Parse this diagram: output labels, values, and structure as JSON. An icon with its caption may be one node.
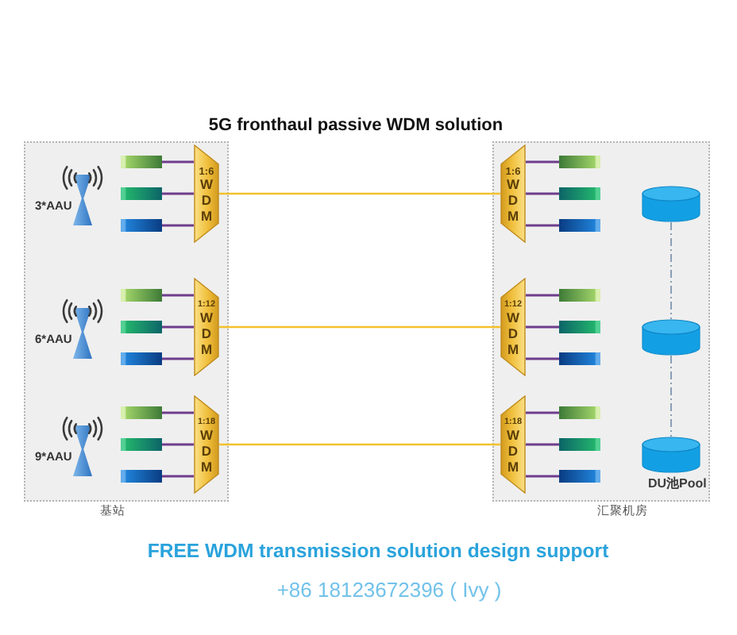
{
  "diagram": {
    "title": "5G fronthaul passive WDM solution",
    "nodes": [
      {
        "text": [
          "基站"
        ]
      },
      {
        "text": [],
        "shape": "box",
        "in": 0
      },
      {
        "text": [],
        "shape": "box",
        "in": 0
      },
      {
        "text": [],
        "shape": "box",
        "in": 0
      },
      {
        "text": [
          "1:6",
          "W D M"
        ],
        "in": 0
      },
      {
        "text": [],
        "shape": "box",
        "in": 0
      },
      {
        "text": [],
        "shape": "box",
        "in": 0
      },
      {
        "text": [],
        "shape": "box",
        "in": 0
      },
      {
        "text": [
          "1:12",
          "W D M"
        ],
        "in": 0
      },
      {
        "text": [],
        "shape": "box",
        "in": 0
      },
      {
        "text": [],
        "shape": "box",
        "in": 0
      },
      {
        "text": [],
        "shape": "box",
        "in": 0
      },
      {
        "text": [
          "1:18",
          "W D M"
        ],
        "in": 0
      },
      {
        "text": [
          "汇聚机房"
        ]
      },
      {
        "text": [
          "1:6",
          "W D M"
        ],
        "in": 13
      },
      {
        "text": [],
        "shape": "box",
        "in": 13
      },
      {
        "text": [],
        "shape": "box",
        "in": 13
      },
      {
        "text": [],
        "shape": "box",
        "in": 13
      },
      {
        "text": [],
        "shape": "cylinder",
        "in": 13
      },
      {
        "text": [
          "1:12",
          "W D M"
        ],
        "in": 13
      },
      {
        "text": [],
        "shape": "box",
        "in": 13
      },
      {
        "text": [],
        "shape": "box",
        "in": 13
      },
      {
        "text": [],
        "shape": "box",
        "in": 13
      },
      {
        "text": [],
        "shape": "cylinder",
        "in": 13
      },
      {
        "text": [
          "1:18",
          "W D M"
        ],
        "in": 13
      },
      {
        "text": [],
        "shape": "box",
        "in": 13
      },
      {
        "text": [],
        "shape": "box",
        "in": 13
      },
      {
        "text": [],
        "shape": "box",
        "in": 13
      },
      {
        "text": [],
        "shape": "cylinder",
        "in": 13
      }
    ],
    "edges": [
      {
        "from": 1,
        "to": 4,
        "arrow": "none"
      },
      {
        "from": 2,
        "to": 4,
        "arrow": "none"
      },
      {
        "from": 3,
        "to": 4,
        "arrow": "none"
      },
      {
        "from": 4,
        "to": 14,
        "arrow": "none",
        "color": "#f2c12e"
      },
      {
        "from": 14,
        "to": 15,
        "arrow": "none"
      },
      {
        "from": 14,
        "to": 16,
        "arrow": "none"
      },
      {
        "from": 14,
        "to": 17,
        "arrow": "none"
      },
      {
        "from": 5,
        "to": 8,
        "arrow": "none"
      },
      {
        "from": 6,
        "to": 8,
        "arrow": "none"
      },
      {
        "from": 7,
        "to": 8,
        "arrow": "none"
      },
      {
        "from": 8,
        "to": 19,
        "arrow": "none",
        "color": "#f2c12e"
      },
      {
        "from": 19,
        "to": 20,
        "arrow": "none"
      },
      {
        "from": 19,
        "to": 21,
        "arrow": "none"
      },
      {
        "from": 19,
        "to": 22,
        "arrow": "none"
      },
      {
        "from": 9,
        "to": 12,
        "arrow": "none"
      },
      {
        "from": 10,
        "to": 12,
        "arrow": "none"
      },
      {
        "from": 11,
        "to": 12,
        "arrow": "none"
      },
      {
        "from": 12,
        "to": 24,
        "arrow": "none",
        "color": "#f2c12e"
      },
      {
        "from": 24,
        "to": 25,
        "arrow": "none"
      },
      {
        "from": 24,
        "to": 26,
        "arrow": "none"
      },
      {
        "from": 24,
        "to": 27,
        "arrow": "none"
      },
      {
        "from": 18,
        "to": 23,
        "arrow": "none",
        "style": "dashed",
        "color": "#8a9fb5"
      },
      {
        "from": 23,
        "to": 28,
        "arrow": "none",
        "style": "dashed",
        "color": "#8a9fb5"
      }
    ],
    "labels": [
      "3*AAU",
      "6*AAU",
      "9*AAU",
      "DU池Pool",
      "FREE WDM transmission solution design support",
      "+86 18123672396 ( Ivy )"
    ]
  }
}
